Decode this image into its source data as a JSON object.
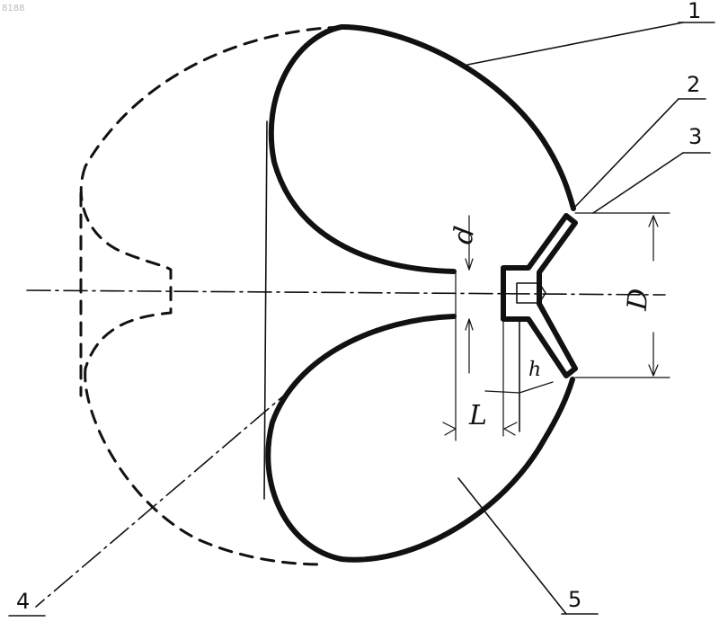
{
  "figure_id": "8188",
  "parts": {
    "p1": "1",
    "p2": "2",
    "p3": "3",
    "p4": "4",
    "p5": "5"
  },
  "dimensions": {
    "d": "d",
    "D": "D",
    "h": "h",
    "L": "L"
  }
}
